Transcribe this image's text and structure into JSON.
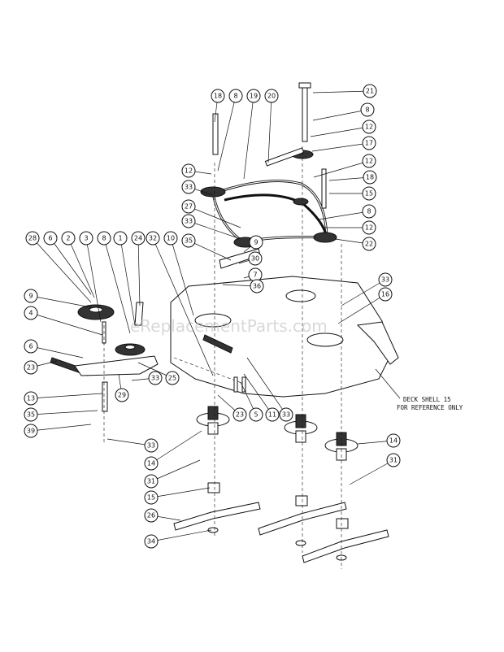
{
  "diagram": {
    "watermark": "eReplacementParts.com",
    "note_line1": "DECK SHELL 15",
    "note_line2": "FOR REFERENCE ONLY",
    "callouts": [
      "18",
      "8",
      "19",
      "20",
      "21",
      "8",
      "12",
      "17",
      "12",
      "12",
      "18",
      "15",
      "8",
      "12",
      "22",
      "33",
      "27",
      "33",
      "9",
      "35",
      "30",
      "7",
      "36",
      "28",
      "6",
      "2",
      "3",
      "8",
      "1",
      "24",
      "32",
      "10",
      "33",
      "16",
      "9",
      "4",
      "6",
      "23",
      "13",
      "35",
      "39",
      "25",
      "33",
      "29",
      "23",
      "5",
      "11",
      "33",
      "33",
      "14",
      "31",
      "15",
      "26",
      "34",
      "14",
      "31"
    ]
  }
}
